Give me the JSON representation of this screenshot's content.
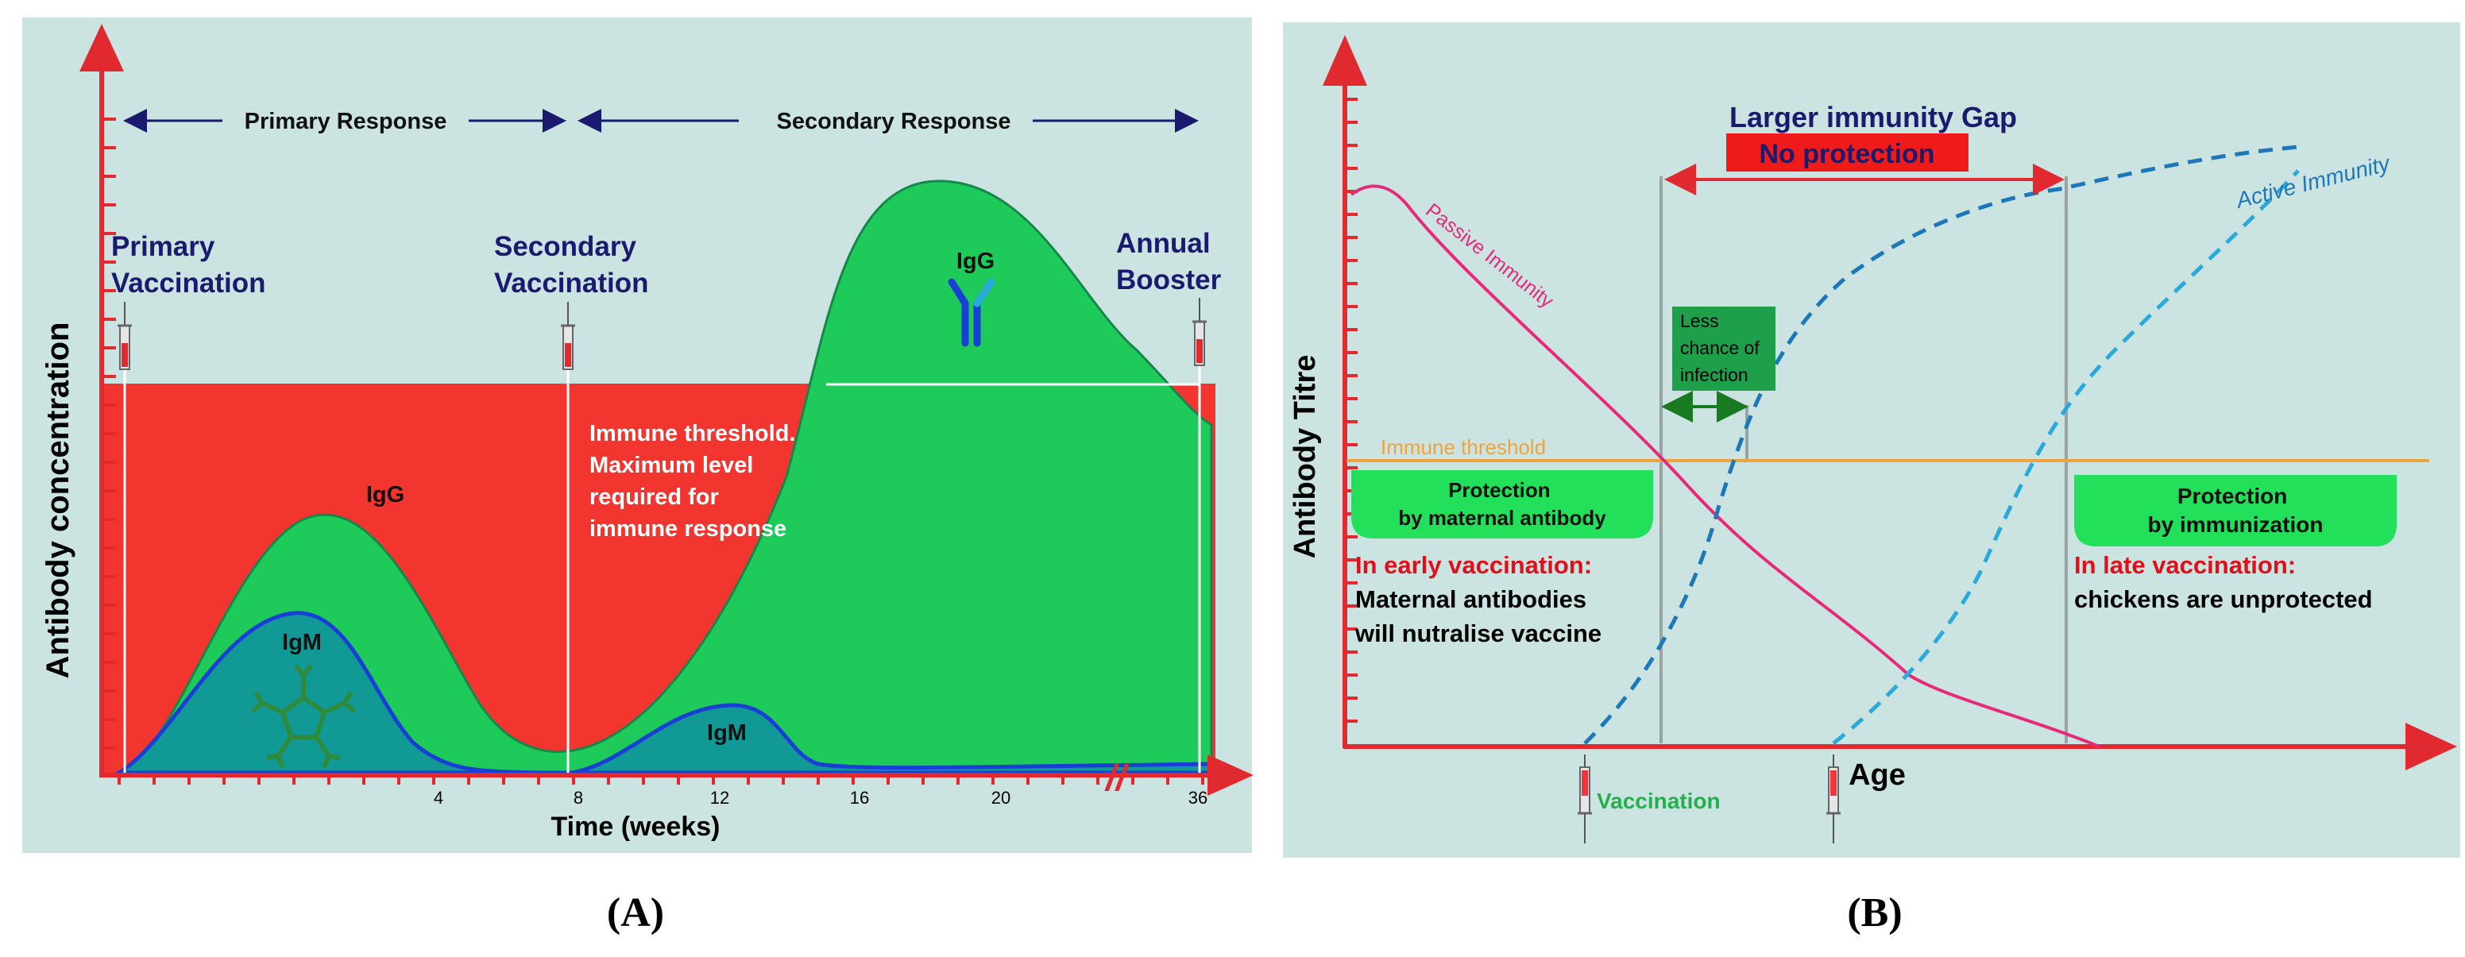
{
  "panel_a": {
    "label": "(A)",
    "y_axis_title": "Antibody concentration",
    "x_axis_title": "Time (weeks)",
    "x_ticks": [
      "4",
      "8",
      "12",
      "16",
      "20",
      "36"
    ],
    "primary_response": "Primary Response",
    "secondary_response": "Secondary Response",
    "primary_vaccination": [
      "Primary",
      "Vaccination"
    ],
    "secondary_vaccination": [
      "Secondary",
      "Vaccination"
    ],
    "annual_booster": [
      "Annual",
      "Booster"
    ],
    "threshold_text": [
      "Immune threshold.",
      "Maximum level",
      "required for",
      "immune response"
    ],
    "igg_primary": "IgG",
    "igm_primary": "IgM",
    "igm_secondary": "IgM",
    "igg_secondary": "IgG",
    "axis_break": "//"
  },
  "panel_b": {
    "label": "(B)",
    "y_axis_title": "Antibody Titre",
    "x_axis_title": "Age",
    "gap_title": "Larger immunity Gap",
    "no_protection": "No protection",
    "active_immunity": "Active Immunity",
    "passive_immunity": "Passive Immunity",
    "less_chance": [
      "Less",
      "chance of",
      "infection"
    ],
    "immune_threshold": "Immune threshold",
    "protection_maternal": [
      "Protection",
      "by maternal antibody"
    ],
    "protection_immunization": [
      "Protection",
      "by immunization"
    ],
    "early_heading": "In early vaccination:",
    "early_text": [
      "Maternal antibodies",
      "will nutralise vaccine"
    ],
    "late_heading": "In late vaccination:",
    "late_text": "chickens are unprotected",
    "vaccination": "Vaccination"
  },
  "colors": {
    "background": "#cbe4e1",
    "axis_red": "#e02a2f",
    "threshold_red": "#f2352f",
    "green_fill": "#1ecb5a",
    "teal_fill": "#119a95",
    "igm_line": "#1a3fd6",
    "navy_text": "#1a1a6e",
    "passive_pink": "#e8287a",
    "active_blue": "#1c78b8",
    "active_light_blue": "#2aa9dc",
    "threshold_orange": "#f0a33a",
    "protection_green": "#22e05a"
  }
}
